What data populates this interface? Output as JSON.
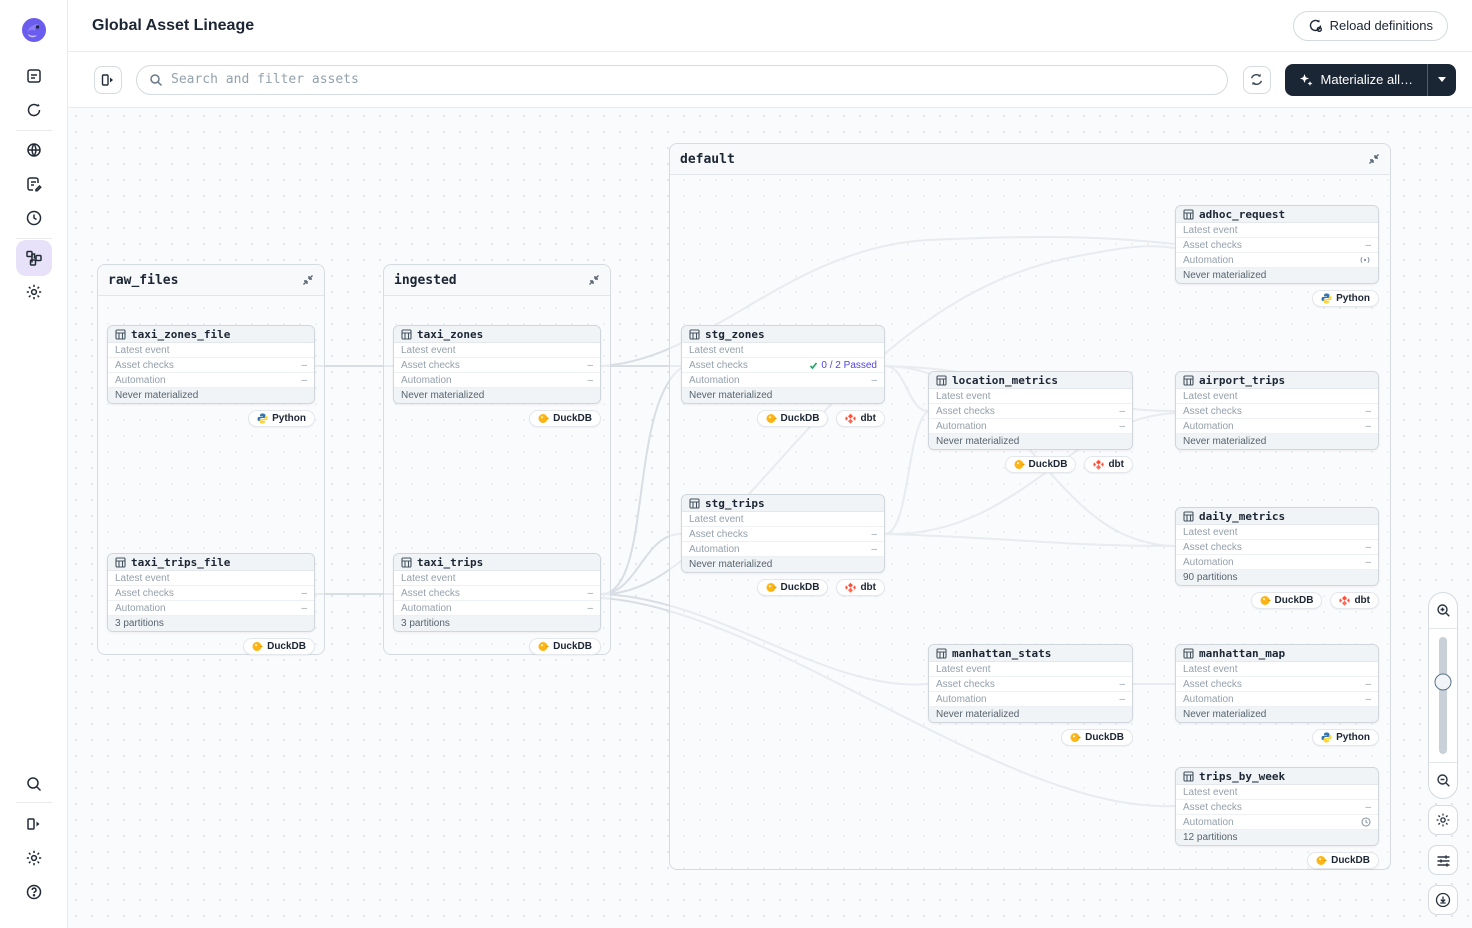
{
  "app": {
    "title": "Global Asset Lineage",
    "reload_definitions": "Reload definitions"
  },
  "toolbar": {
    "search_placeholder": "Search and filter assets",
    "materialize_label": "Materialize all…"
  },
  "row_labels": {
    "latest_event": "Latest event",
    "asset_checks": "Asset checks",
    "automation": "Automation",
    "dash": "–"
  },
  "groups": {
    "raw_files": "raw_files",
    "ingested": "ingested",
    "default": "default"
  },
  "badges": {
    "python": "Python",
    "duckdb": "DuckDB",
    "dbt": "dbt"
  },
  "nodes": {
    "taxi_zones_file": {
      "name": "taxi_zones_file",
      "footer": "Never materialized"
    },
    "taxi_trips_file": {
      "name": "taxi_trips_file",
      "footer": "3 partitions"
    },
    "taxi_zones": {
      "name": "taxi_zones",
      "footer": "Never materialized"
    },
    "taxi_trips": {
      "name": "taxi_trips",
      "footer": "3 partitions"
    },
    "stg_zones": {
      "name": "stg_zones",
      "footer": "Never materialized",
      "asset_checks": "0 / 2 Passed"
    },
    "stg_trips": {
      "name": "stg_trips",
      "footer": "Never materialized"
    },
    "location_metrics": {
      "name": "location_metrics",
      "footer": "Never materialized"
    },
    "airport_trips": {
      "name": "airport_trips",
      "footer": "Never materialized"
    },
    "daily_metrics": {
      "name": "daily_metrics",
      "footer": "90 partitions"
    },
    "manhattan_stats": {
      "name": "manhattan_stats",
      "footer": "Never materialized"
    },
    "manhattan_map": {
      "name": "manhattan_map",
      "footer": "Never materialized"
    },
    "trips_by_week": {
      "name": "trips_by_week",
      "footer": "12 partitions"
    },
    "adhoc_request": {
      "name": "adhoc_request",
      "footer": "Never materialized"
    }
  },
  "colors": {
    "brand_purple": "#6A5CEF",
    "dark_button": "#1B2634",
    "check_green": "#1FA468",
    "check_link": "#5246DE",
    "duckdb_yellow": "#FDB515",
    "dbt_orange": "#FF4F38",
    "python_blue": "#3776AB",
    "python_yellow": "#FFD43B",
    "edge": "#D9DEE4"
  }
}
